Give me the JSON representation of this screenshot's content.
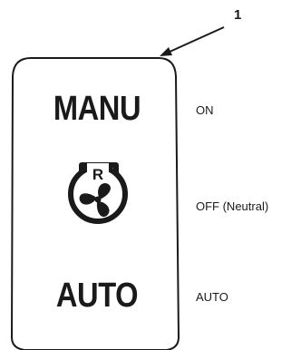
{
  "diagram": {
    "callout_number": "1",
    "switch": {
      "top_label": "MANU",
      "symbol_letter": "R",
      "bottom_label": "AUTO"
    },
    "positions": [
      "ON",
      "OFF (Neutral)",
      "AUTO"
    ]
  }
}
